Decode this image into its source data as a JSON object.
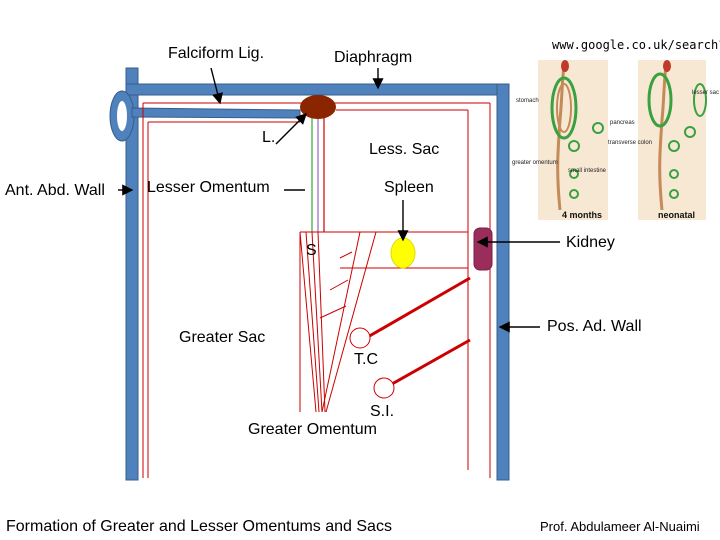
{
  "labels": {
    "falciform": "Falciform Lig.",
    "diaphragm": "Diaphragm",
    "liver": "L.",
    "less_sac": "Less. Sac",
    "ant_abd_wall": "Ant. Abd. Wall",
    "lesser_omentum": "Lesser Omentum",
    "spleen": "Spleen",
    "kidney": "Kidney",
    "stomach": "S",
    "greater_sac": "Greater Sac",
    "pos_ad_wall": "Pos. Ad. Wall",
    "tc": "T.C",
    "si": "S.I.",
    "greater_omentum": "Greater Omentum"
  },
  "source_url": "www.google.co.uk/search?",
  "caption": "Formation of Greater and Lesser Omentums and Sacs",
  "author": "Prof. Abdulameer Al-Nuaimi",
  "inset": {
    "labels": {
      "stomach": "stomach",
      "lesser_sac": "lesser sac",
      "pancreas": "pancreas",
      "transverse_colon": "transverse colon",
      "greater_omentum": "greater omentum",
      "small_intestine": "small intestine"
    },
    "captions": {
      "left": "4 months",
      "right": "neonatal"
    }
  },
  "colors": {
    "wall_blue": "#4f81bd",
    "organ_red": "#cc0000",
    "liver_brown": "#8b2500",
    "spleen_yellow": "#ffff00",
    "kidney_purple": "#9b2d5a"
  }
}
